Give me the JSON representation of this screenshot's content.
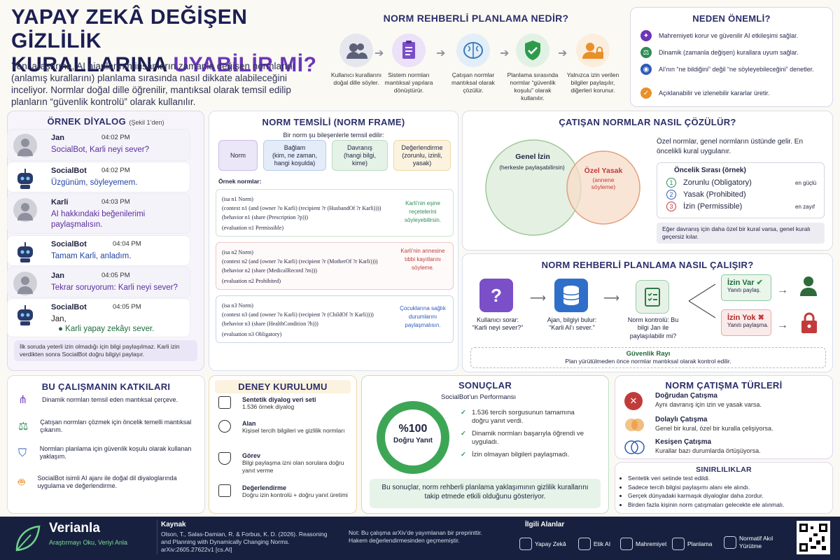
{
  "header": {
    "title_line1": "YAPAY ZEKÂ DEĞİŞEN GİZLİLİK",
    "title_line2_a": "KURALLARINA ",
    "title_line2_b": "UYABİLİR Mİ?",
    "description": "Yeni araştırma, AI ajanlarının insanların zamanla değişen normlarını (anlamış kurallarını) planlama sırasında nasıl dikkate alabileceğini inceliyor. Normlar doğal dille öğrenilir, mantıksal olarak temsil edilip planların “güvenlik kontrolü” olarak kullanılır."
  },
  "what_is": {
    "title": "NORM REHBERLİ PLANLAMA NEDİR?",
    "steps": [
      {
        "icon": "users-icon",
        "text": "Kullanıcı kurallarını doğal dille söyler."
      },
      {
        "icon": "clipboard-icon",
        "text": "Sistem normları mantıksal yapılara dönüştürür."
      },
      {
        "icon": "brain-icon",
        "text": "Çatışan normlar mantıksal olarak çözülür."
      },
      {
        "icon": "shield-check-icon",
        "text": "Planlama sırasında normlar “güvenlik koşulu” olarak kullanılır."
      },
      {
        "icon": "user-lock-icon",
        "text": "Yalnızca izin verilen bilgiler paylaşılır, diğerleri korunur."
      }
    ]
  },
  "why": {
    "title": "NEDEN ÖNEMLİ?",
    "items": [
      {
        "icon": "shield-icon",
        "color": "#6b36b8",
        "text": "Mahremiyeti korur ve güvenilir AI etkileşimi sağlar."
      },
      {
        "icon": "scale-icon",
        "color": "#2e8b57",
        "text": "Dinamik (zamanla değişen) kurallara uyum sağlar."
      },
      {
        "icon": "eye-icon",
        "color": "#2e5bb8",
        "text": "AI’nın “ne bildiğini” değil “ne söyleyebileceğini” denetler."
      },
      {
        "icon": "check-icon",
        "color": "#e8902a",
        "text": "Açıklanabilir ve izlenebilir kararlar üretir."
      }
    ]
  },
  "dialog": {
    "title": "ÖRNEK DİYALOG",
    "subtitle": "(Şekil 1’den)",
    "messages": [
      {
        "name": "Jan",
        "time": "04:02 PM",
        "text": "SocialBot, Karli neyi sever?"
      },
      {
        "name": "SocialBot",
        "time": "04:02 PM",
        "text": "Üzgünüm, söyleyemem."
      },
      {
        "name": "Karli",
        "time": "04:03 PM",
        "text": "AI hakkındaki beğenilerimi paylaşmalısın."
      },
      {
        "name": "SocialBot",
        "time": "04:04 PM",
        "text": "Tamam Karli, anladım."
      },
      {
        "name": "Jan",
        "time": "04:05 PM",
        "text": "Tekrar soruyorum: Karli neyi sever?"
      },
      {
        "name": "SocialBot",
        "time": "04:05 PM",
        "text": "Jan,",
        "bullet": "Karli yapay zekâyı sever."
      }
    ],
    "note": "İlk soruda yeterli izin olmadığı için bilgi paylaşılmaz. Karli izin verdikten sonra SocialBot doğru bilgiyi paylaşır."
  },
  "norm_frame": {
    "title": "NORM TEMSİLİ (NORM FRAME)",
    "subtitle": "Bir norm şu bileşenlerle temsil edilir:",
    "components": [
      {
        "label": "Norm",
        "color": "#ebe6f8"
      },
      {
        "label": "Bağlam\n(kim, ne zaman,\nhangi koşulda)",
        "color": "#e3ecf8"
      },
      {
        "label": "Davranış\n(hangi bilgi,\nkime)",
        "color": "#e5f2e7"
      },
      {
        "label": "Değerlendirme\n(zorunlu, izinli,\nyasak)",
        "color": "#fbf3df"
      }
    ],
    "examples_label": "Örnek normlar:",
    "norms": [
      {
        "lines": [
          "(isa n1 Norm)",
          "(context n1 (and (owner ?o Karli) (recipient ?r (HusbandOf ?r Karli))))",
          "(behavior n1 (share (Prescription ?p)))",
          "(evaluation n1 Permissible)"
        ],
        "note": "Karli’nin eşine reçetelerini söyleyebilirsin.",
        "color": "#2e8b57"
      },
      {
        "lines": [
          "(isa n2 Norm)",
          "(context n2 (and (owner ?o Karli) (recipient ?r (MotherOf ?r Karli))))",
          "(behavior n2 (share (MedicalRecord ?m)))",
          "(evaluation n2 Prohibited)"
        ],
        "note": "Karli’nin annesine tıbbi kayıtlarını söyleme.",
        "color": "#c23b3b"
      },
      {
        "lines": [
          "(isa n3 Norm)",
          "(context n3 (and (owner ?o Karli) (recipient ?r (ChildOf ?r Karli))))",
          "(behavior n3 (share (HealthCondition ?h)))",
          "(evaluation n3 Obligatory)"
        ],
        "note": "Çocuklarına sağlık durumlarını paylaşmalısın.",
        "color": "#2e5bb8"
      }
    ]
  },
  "conflict": {
    "title": "ÇATIŞAN NORMLAR NASIL ÇÖZÜLÜR?",
    "general_title": "Genel İzin",
    "general_sub": "(herkesle paylaşabilirsin)",
    "special_title": "Özel Yasak",
    "special_sub": "(annene söyleme)",
    "desc": "Özel normlar, genel normların üstünde gelir. En öncelikli kural uygulanır.",
    "priority_title": "Öncelik Sırası (örnek)",
    "priorities": [
      {
        "n": "1",
        "label": "Zorunlu (Obligatory)",
        "tag": "en güçlü",
        "color": "#2e8b57"
      },
      {
        "n": "2",
        "label": "Yasak (Prohibited)",
        "tag": "",
        "color": "#2e5bb8"
      },
      {
        "n": "3",
        "label": "İzin (Permissible)",
        "tag": "en zayıf",
        "color": "#c23b3b"
      }
    ],
    "note": "Eğer davranış için daha özel bir kural varsa, genel kuralı geçersiz kılar."
  },
  "how": {
    "title": "NORM REHBERLİ PLANLAMA NASIL ÇALIŞIR?",
    "step1": "Kullanıcı sorar: “Karli neyi sever?”",
    "step2": "Ajan, bilgiyi bulur: “Karli AI’ı sever.”",
    "step3": "Norm kontrolü: Bu bilgi Jan ile paylaşılabilir mi?",
    "yes_title": "İzin Var",
    "yes_sub": "Yanıtı paylaş.",
    "no_title": "İzin Yok",
    "no_sub": "Yanıtı paylaşma.",
    "rail_title": "Güvenlik Rayı",
    "rail_sub": "Plan yürütülmeden önce normlar mantıksal olarak kontrol edilir."
  },
  "contrib": {
    "title": "BU ÇALIŞMANIN KATKILARI",
    "items": [
      {
        "icon": "network-icon",
        "text": "Dinamik normları temsil eden mantıksal çerçeve."
      },
      {
        "icon": "scale-icon",
        "text": "Çatışan normları çözmek için öncelik temelli mantıksal çıkarım."
      },
      {
        "icon": "shield-icon",
        "text": "Normları planlama için güvenlik koşulu olarak kullanan yaklaşım."
      },
      {
        "icon": "robot-icon",
        "text": "SocialBot isimli AI ajanı ile doğal dil diyaloglarında uygulama ve değerlendirme."
      }
    ]
  },
  "experiment": {
    "title": "DENEY KURULUMU",
    "items": [
      {
        "icon": "document-icon",
        "title": "Sentetik diyalog veri seti",
        "desc": "1.536 örnek diyalog"
      },
      {
        "icon": "user-icon",
        "title": "Alan",
        "desc": "Kişisel tercih bilgileri ve gizlilik normları"
      },
      {
        "icon": "shield-icon",
        "title": "Görev",
        "desc": "Bilgi paylaşma izni olan sorulara doğru yanıt verme"
      },
      {
        "icon": "clipboard-icon",
        "title": "Değerlendirme",
        "desc": "Doğru izin kontrolü + doğru yanıt üretimi"
      }
    ]
  },
  "results": {
    "title": "SONUÇLAR",
    "subtitle": "SocialBot’un Performansı",
    "percent": "%100",
    "percent_label": "Doğru Yanıt",
    "accuracy": 1.0,
    "items": [
      "1.536 tercih sorgusunun tamamına doğru yanıt verdi.",
      "Dinamik normları başarıyla öğrendi ve uyguladı.",
      "İzin olmayan bilgileri paylaşmadı."
    ],
    "summary": "Bu sonuçlar, norm rehberli planlama yaklaşımının gizlilik kurallarını takip etmede etkili olduğunu gösteriyor."
  },
  "types": {
    "title": "NORM ÇATIŞMA TÜRLERİ",
    "items": [
      {
        "icon": "x-circle-icon",
        "title": "Doğrudan Çatışma",
        "desc": "Aynı davranış için izin ve yasak varsa."
      },
      {
        "icon": "overlap-icon",
        "title": "Dolaylı Çatışma",
        "desc": "Genel bir kural, özel bir kuralla çelişiyorsa."
      },
      {
        "icon": "intersect-icon",
        "title": "Kesişen Çatışma",
        "desc": "Kurallar bazı durumlarda örtüşüyorsa."
      }
    ]
  },
  "limits": {
    "title": "SINIRLILIKLAR",
    "items": [
      "Sentetik veri setinde test edildi.",
      "Sadece tercih bilgisi paylaşımı alanı ele alındı.",
      "Gerçek dünyadaki karmaşık diyaloglar daha zordur.",
      "Birden fazla kişinin norm çatışmaları gelecekte ele alınmalı."
    ]
  },
  "footer": {
    "brand": "Verianla",
    "tagline": "Araştırmayı Oku, Veriyi Anla",
    "source_title": "Kaynak",
    "source_text": "Olson, T., Salas-Damian, R. & Forbus, K. D. (2026). Reasoning and Planning with Dynamically Changing Norms. arXiv:2605.27622v1 [cs.AI]",
    "note": "Not: Bu çalışma arXiv’de yayımlanan bir preprinttir. Hakem değerlendirmesinden geçmemiştir.",
    "related_title": "İlgili Alanlar",
    "topics": [
      "Yapay Zekâ",
      "Etik AI",
      "Mahremiyet",
      "Planlama",
      "Normatif Akıl Yürütme"
    ]
  }
}
